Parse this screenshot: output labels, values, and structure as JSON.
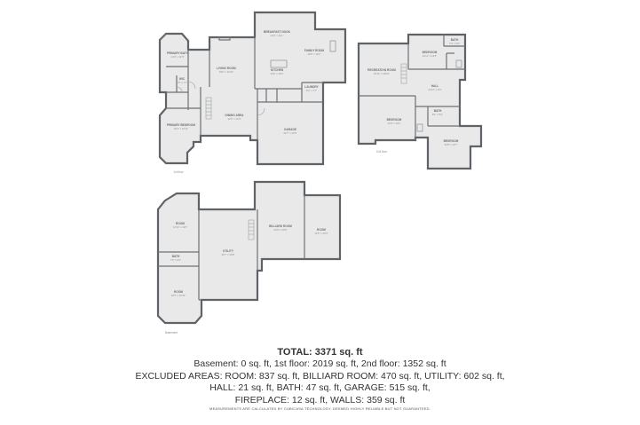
{
  "floor_labels": {
    "first_floor": "1st floor",
    "second_floor": "2nd floor",
    "basement": "Basement"
  },
  "rooms": {
    "primary_bath": {
      "name": "PRIMARY BATH",
      "dims": "14'0\" x 11'9\""
    },
    "primary_bedroom": {
      "name": "PRIMARY BEDROOM",
      "dims": "19'4\" x 16'11\""
    },
    "walkin": {
      "name": "WIC",
      "dims": "8'4\" x 7'1\""
    },
    "living_room": {
      "name": "LIVING ROOM",
      "dims": "18'6\" x 20'11\""
    },
    "dining_area": {
      "name": "DINING AREA",
      "dims": "12'5\" x 13'3\""
    },
    "breakfast_nook": {
      "name": "BREAKFAST NOOK",
      "dims": "13'4\" x 11'1\""
    },
    "family_room": {
      "name": "FAMILY ROOM",
      "dims": "16'9\" x 16'1\""
    },
    "kitchen": {
      "name": "KITCHEN",
      "dims": "13'6\" x 16'1\""
    },
    "laundry": {
      "name": "LAUNDRY",
      "dims": "8'4\" x 7'7\""
    },
    "garage": {
      "name": "GARAGE",
      "dims": "22'7\" x 22'9\""
    },
    "recreation_room": {
      "name": "RECREATION ROOM",
      "dims": "18'11\" x 18'10\""
    },
    "bedroom_a": {
      "name": "BEDROOM",
      "dims": "11'11\" x 13'4\""
    },
    "bedroom_b": {
      "name": "BEDROOM",
      "dims": "13'0\" x 13'1\""
    },
    "bedroom_c": {
      "name": "BEDROOM",
      "dims": "14'8\" x 12'7\""
    },
    "hall_up": {
      "name": "HALL",
      "dims": "14'11\" x 9'4\""
    },
    "bath_up": {
      "name": "BATH",
      "dims": "8'1\" x 5'4\""
    },
    "bath_up2": {
      "name": "BATH",
      "dims": "7'9\" x 5'0\""
    },
    "room_b1": {
      "name": "ROOM",
      "dims": "14'11\" x 11'5\""
    },
    "room_b2": {
      "name": "ROOM",
      "dims": "19'5\" x 15'11\""
    },
    "bath_b": {
      "name": "BATH",
      "dims": "7'6\" x 6'2\""
    },
    "utility": {
      "name": "UTILITY",
      "dims": "32'7\" x 24'8\""
    },
    "billiard_room": {
      "name": "BILLIARD ROOM",
      "dims": "20'0\" x 23'6\""
    },
    "room_b3": {
      "name": "ROOM",
      "dims": "14'5\" x 25'3\""
    }
  },
  "summary": {
    "total": "TOTAL: 3371 sq. ft",
    "line1": "Basement: 0 sq. ft, 1st floor: 2019 sq. ft, 2nd floor: 1352 sq. ft",
    "line2": "EXCLUDED AREAS: ROOM: 837 sq. ft, BILLIARD ROOM: 470 sq. ft, UTILITY: 602 sq. ft,",
    "line3": "HALL: 21 sq. ft, BATH: 47 sq. ft, GARAGE: 515 sq. ft,",
    "line4": "FIREPLACE: 12 sq. ft, WALLS: 359 sq. ft",
    "disclaimer": "MEASUREMENTS ARE CALCULATED BY CUBICASA TECHNOLOGY. DEEMED HIGHLY RELIABLE BUT NOT GUARANTEED."
  }
}
